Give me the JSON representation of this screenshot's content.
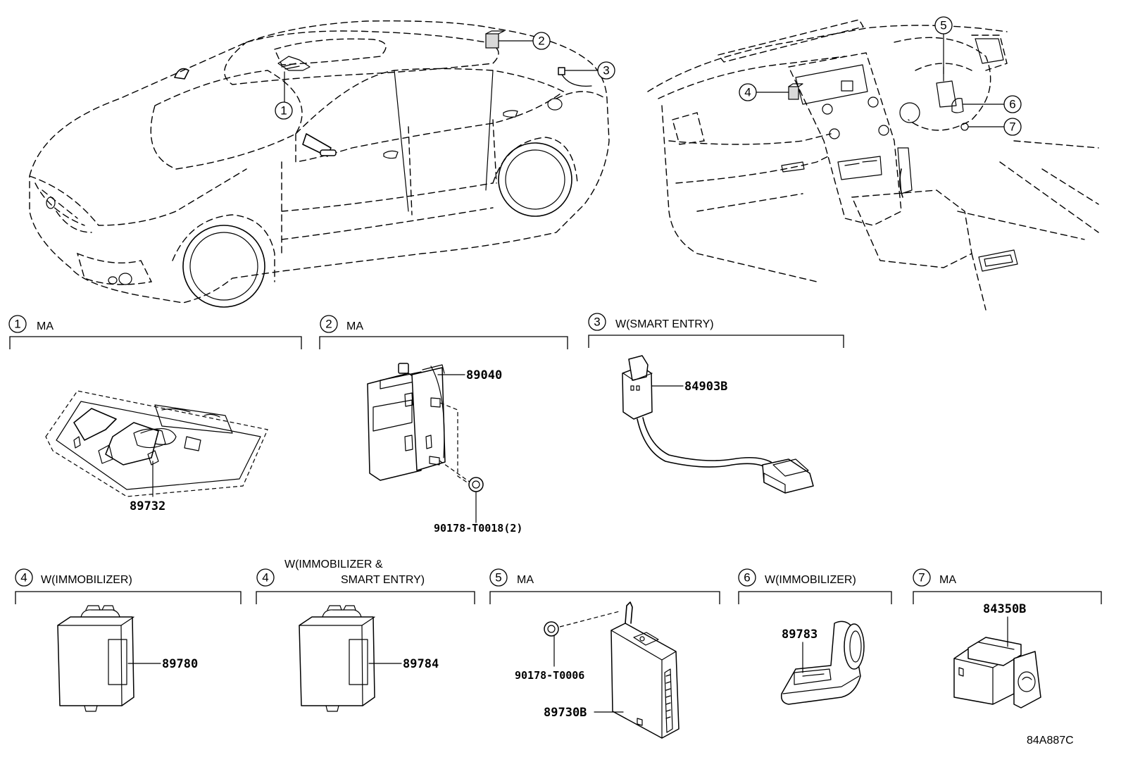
{
  "diagram": {
    "callouts": {
      "c1": "1",
      "c2": "2",
      "c3": "3",
      "c4": "4",
      "c5": "5",
      "c6": "6",
      "c7": "7"
    },
    "sections": [
      {
        "num": "1",
        "title": "MA"
      },
      {
        "num": "2",
        "title": "MA"
      },
      {
        "num": "3",
        "title": "W(SMART ENTRY)"
      },
      {
        "num": "4",
        "title": "W(IMMOBILIZER)"
      },
      {
        "num": "4",
        "title_line1": "W(IMMOBILIZER &",
        "title_line2": "SMART ENTRY)"
      },
      {
        "num": "5",
        "title": "MA"
      },
      {
        "num": "6",
        "title": "W(IMMOBILIZER)"
      },
      {
        "num": "7",
        "title": "MA"
      }
    ],
    "parts": {
      "p89732": "89732",
      "p89040": "89040",
      "p90178_T0018": "90178-T0018(2)",
      "p84903B": "84903B",
      "p89780": "89780",
      "p89784": "89784",
      "p90178_T0006": "90178-T0006",
      "p89730B": "89730B",
      "p89783": "89783",
      "p84350B": "84350B"
    },
    "drawing_code": "84A887C"
  }
}
